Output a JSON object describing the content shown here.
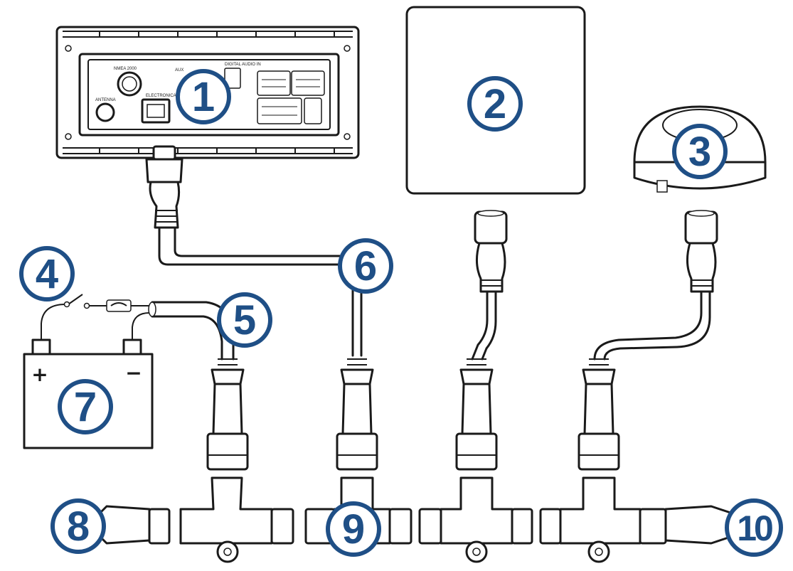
{
  "callouts": [
    "1",
    "2",
    "3",
    "4",
    "5",
    "6",
    "7",
    "8",
    "9",
    "10"
  ],
  "stereo_labels": {
    "nmea": "NMEA 2000",
    "aux": "AUX",
    "digital": "DIGITAL AUDIO IN",
    "antenna": "ANTENNA",
    "ethernet": "ELECTRONICA"
  },
  "battery_symbols": {
    "positive": "+",
    "negative": "−"
  },
  "colors": {
    "callout": "#1f4f86",
    "line": "#1a1a1a"
  }
}
